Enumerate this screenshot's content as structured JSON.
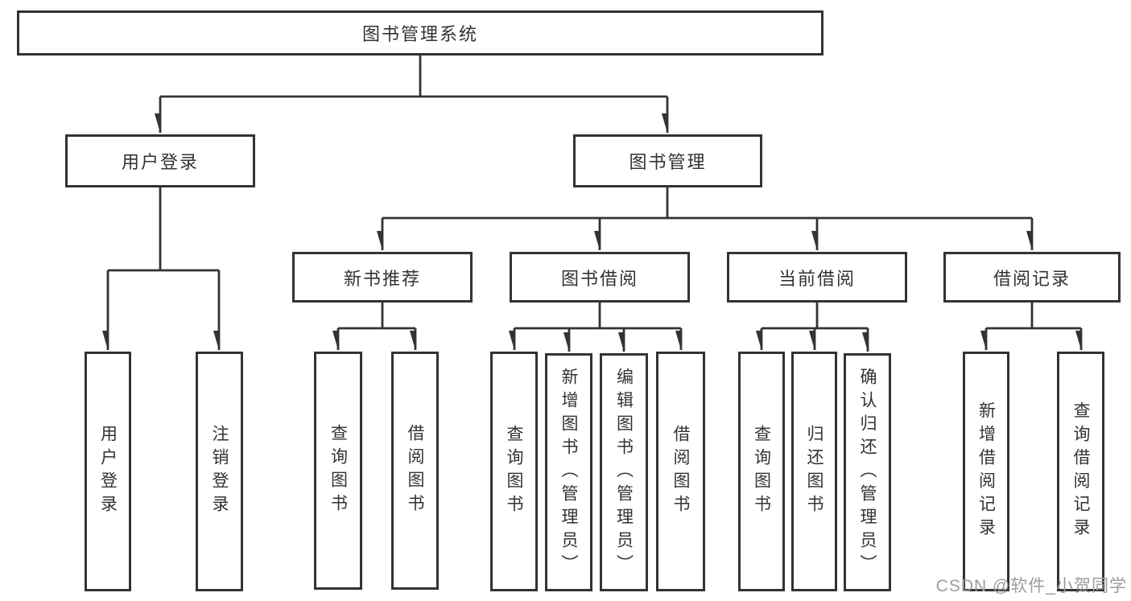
{
  "diagram_type": "hierarchy-tree",
  "colors": {
    "background": "#ffffff",
    "box_border": "#333333",
    "box_fill": "#ffffff",
    "line": "#333333",
    "text": "#333333",
    "watermark": "#9c9c9c"
  },
  "tree": {
    "label": "图书管理系统",
    "children": [
      {
        "label": "用户登录",
        "children": [
          {
            "label": "用户登录"
          },
          {
            "label": "注销登录"
          }
        ]
      },
      {
        "label": "图书管理",
        "children": [
          {
            "label": "新书推荐",
            "children": [
              {
                "label": "查询图书"
              },
              {
                "label": "借阅图书"
              }
            ]
          },
          {
            "label": "图书借阅",
            "children": [
              {
                "label": "查询图书"
              },
              {
                "label": "新增图书（管理员）"
              },
              {
                "label": "编辑图书（管理员）"
              },
              {
                "label": "借阅图书"
              }
            ]
          },
          {
            "label": "当前借阅",
            "children": [
              {
                "label": "查询图书"
              },
              {
                "label": "归还图书"
              },
              {
                "label": "确认归还（管理员）"
              }
            ]
          },
          {
            "label": "借阅记录",
            "children": [
              {
                "label": "新增借阅记录"
              },
              {
                "label": "查询借阅记录"
              }
            ]
          }
        ]
      }
    ]
  },
  "watermark": {
    "text": "CSDN @软件_小贺同学"
  }
}
